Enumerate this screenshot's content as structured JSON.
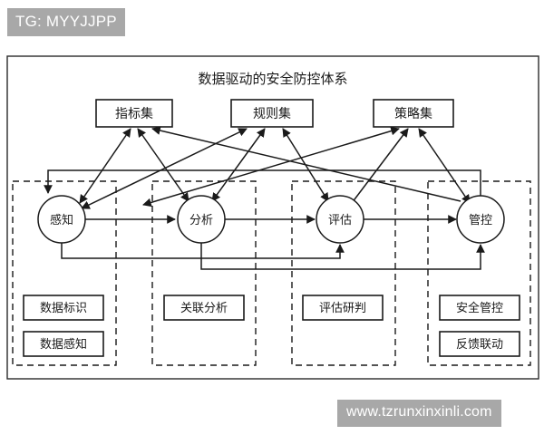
{
  "watermarks": {
    "top": "TG: MYYJJPP",
    "bottom": "www.tzrunxinxinli.com"
  },
  "diagram": {
    "title": "数据驱动的安全防控体系",
    "asset_boxes": [
      {
        "id": "indicator-set",
        "label": "指标集"
      },
      {
        "id": "rule-set",
        "label": "规则集"
      },
      {
        "id": "policy-set",
        "label": "策略集"
      }
    ],
    "stage_nodes": [
      {
        "id": "perception",
        "label": "感知"
      },
      {
        "id": "analysis",
        "label": "分析"
      },
      {
        "id": "evaluation",
        "label": "评估"
      },
      {
        "id": "control",
        "label": "管控"
      }
    ],
    "columns": [
      {
        "id": "column-perception",
        "items": [
          "数据标识",
          "数据感知"
        ]
      },
      {
        "id": "column-analysis",
        "items": [
          "关联分析"
        ]
      },
      {
        "id": "column-evaluation",
        "items": [
          "评估研判"
        ]
      },
      {
        "id": "column-control",
        "items": [
          "安全管控",
          "反馈联动"
        ]
      }
    ],
    "colors": {
      "stroke": "#1a1a1a",
      "frame": "#2b2b2b",
      "background": "#ffffff",
      "watermark_bg": "#a8a8a8",
      "watermark_fg": "#ffffff"
    }
  }
}
